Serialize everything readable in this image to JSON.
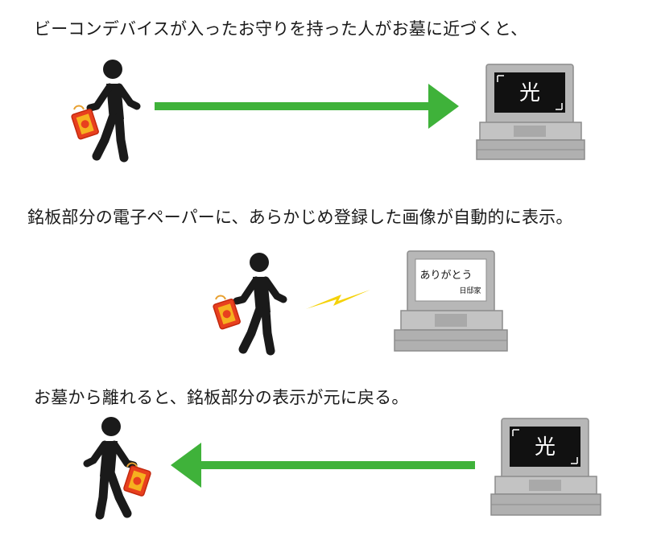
{
  "captions": {
    "step1": "ビーコンデバイスが入ったお守りを持った人がお墓に近づくと、",
    "step2": "銘板部分の電子ペーパーに、あらかじめ登録した画像が自動的に表示。",
    "step3": "お墓から離れると、銘板部分の表示が元に戻る。"
  },
  "nameplate": {
    "default_kanji": "光",
    "registered_message": "ありがとう",
    "registered_family": "日邸家"
  },
  "colors": {
    "arrow_green": "#3fb23a",
    "signal_yellow": "#f5d20a",
    "person": "#1a1a1a",
    "omamori_red": "#e8401e",
    "stone_gray": "#b7b7b7",
    "nameplate_dark": "#111111"
  },
  "icons": [
    "person-walking-icon",
    "omamori-charm-icon",
    "gravestone-icon",
    "lightning-signal-icon",
    "arrow-right-icon",
    "arrow-left-icon"
  ]
}
